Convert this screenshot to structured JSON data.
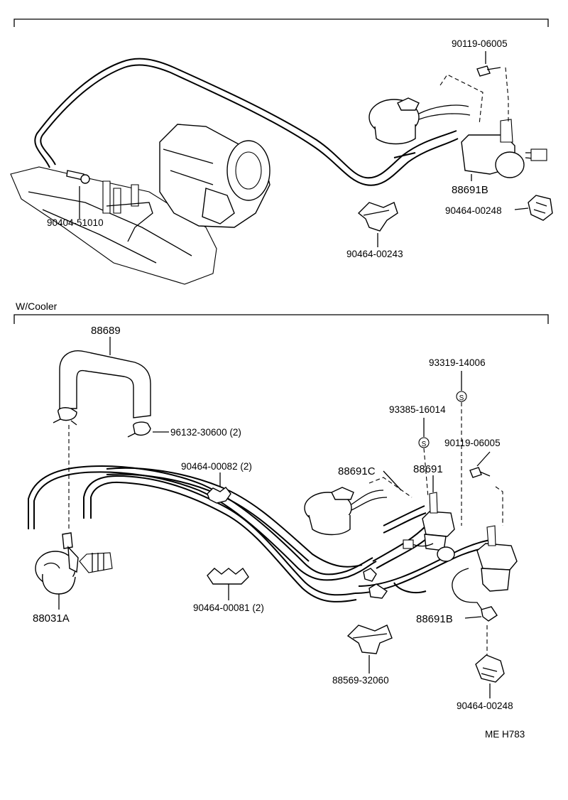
{
  "top": {
    "parts": {
      "bolt_90119": "90119-06005",
      "vsv_88691B": "88691B",
      "clamp_90464_00248": "90464-00248",
      "clamp_90464_00243": "90464-00243",
      "union_90404": "90404-51010"
    }
  },
  "bottom": {
    "section_label": "W/Cooler",
    "parts": {
      "hose_88689": "88689",
      "clip_96132": "96132-30600 (2)",
      "clamp_90464_00082": "90464-00082 (2)",
      "clamp_90464_00081": "90464-00081 (2)",
      "valve_88031A": "88031A",
      "vsv_88691C": "88691C",
      "vsv_88691": "88691",
      "screw_93319": "93319-14006",
      "screw_93385": "93385-16014",
      "bolt_90119": "90119-06005",
      "vsv_88691B": "88691B",
      "bracket_88569": "88569-32060",
      "clamp_90464_00248": "90464-00248"
    }
  },
  "footer": {
    "code": "ME H783"
  },
  "icons": {
    "screw_marker": "S"
  }
}
